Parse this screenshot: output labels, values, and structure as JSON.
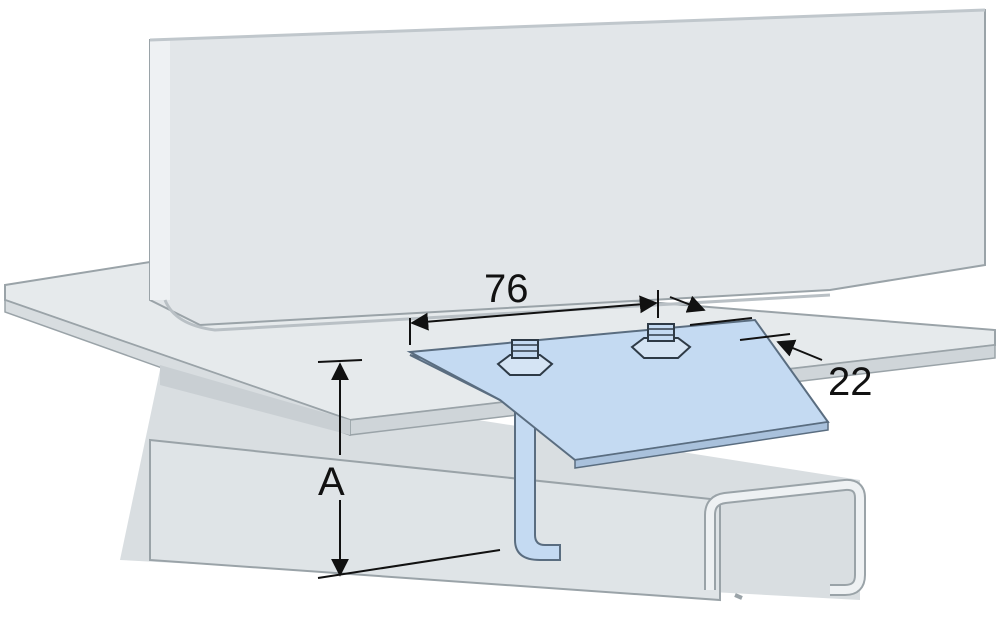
{
  "dimensions": {
    "width_label": "76",
    "offset_label": "22",
    "height_label": "A"
  },
  "colors": {
    "beam_face": "#e4e8ea",
    "beam_light": "#eef1f3",
    "beam_shade": "#d2d7db",
    "beam_edge": "#9aa3a8",
    "clamp_face": "#c4daf2",
    "clamp_edge": "#5a6d80",
    "dimension_line": "#111111"
  },
  "icons": [
    "hex-nut-icon",
    "hex-nut-icon"
  ]
}
